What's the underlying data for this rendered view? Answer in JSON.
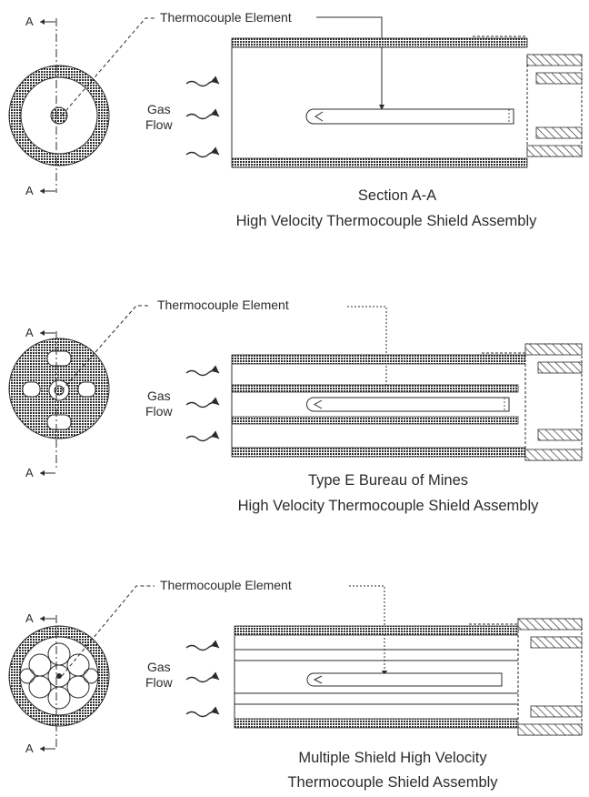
{
  "diagram": {
    "panels": [
      {
        "element_label": "Thermocouple Element",
        "section_marker_top": "A",
        "section_marker_bottom": "A",
        "gas_label_line1": "Gas",
        "gas_label_line2": "Flow",
        "caption_line1": "Section A-A",
        "caption_line2": "High Velocity Thermocouple Shield Assembly"
      },
      {
        "element_label": "Thermocouple Element",
        "section_marker_top": "A",
        "section_marker_bottom": "A",
        "gas_label_line1": "Gas",
        "gas_label_line2": "Flow",
        "caption_line1": "Type E Bureau of Mines",
        "caption_line2": "High Velocity Thermocouple Shield Assembly"
      },
      {
        "element_label": "Thermocouple Element",
        "section_marker_top": "A",
        "section_marker_bottom": "A",
        "gas_label_line1": "Gas",
        "gas_label_line2": "Flow",
        "caption_line1": "Multiple Shield High Velocity",
        "caption_line2": "Thermocouple Shield Assembly"
      }
    ],
    "colors": {
      "ink": "#2b2b2b",
      "hatch": "#3a3a3a"
    }
  }
}
